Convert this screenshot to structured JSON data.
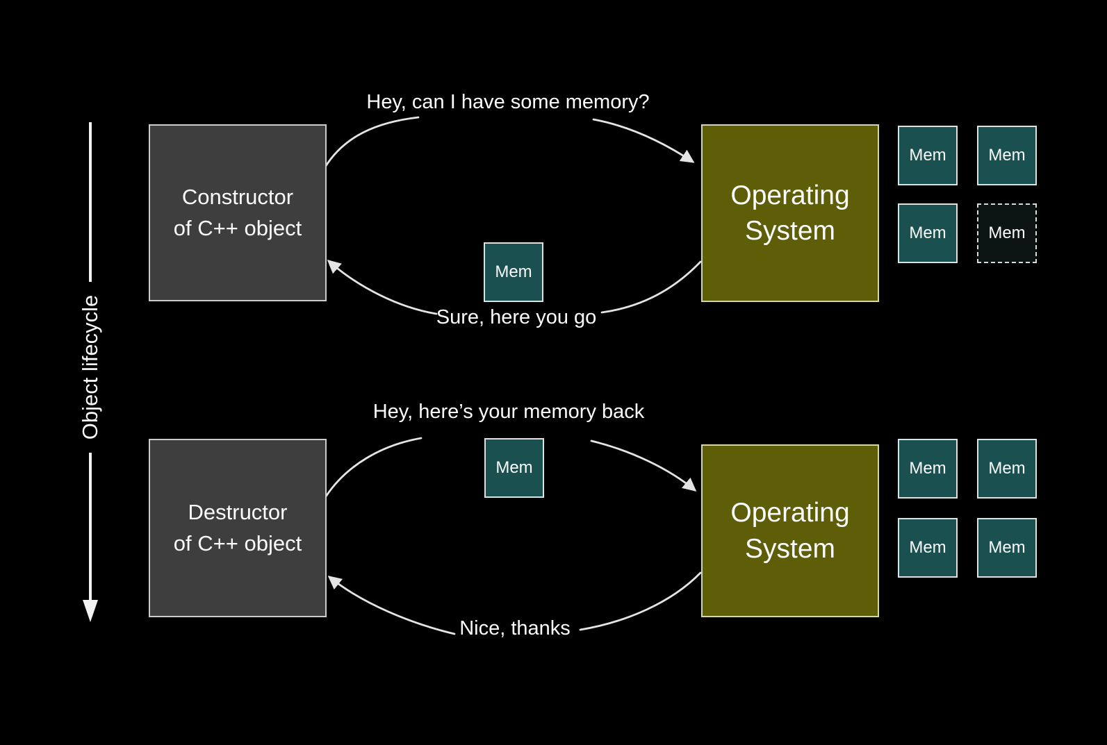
{
  "title": "Object lifecycle memory allocation diagram",
  "lifecycle": {
    "label": "Object lifecycle",
    "direction": "downward-arrow"
  },
  "labels": {
    "mem": "Mem"
  },
  "colors": {
    "background": "#000000",
    "object_box_fill": "#3e3e3e",
    "object_box_border": "#cdcdcd",
    "os_box_fill": "#5e5e09",
    "os_box_border": "#d6d6ae",
    "mem_fill": "#1a5150",
    "mem_border": "#dfe2e2",
    "mem_dashed_fill": "#0c1514",
    "arrow_stroke": "#e4e4e4",
    "text": "#fbfbfb"
  },
  "top_flow": {
    "left_box": {
      "line1": "Constructor",
      "line2": "of C++ object"
    },
    "right_box": {
      "line1": "Operating",
      "line2": "System"
    },
    "request_text": "Hey, can I have some memory?",
    "response_text": "Sure, here you go",
    "transferred_mem": "Mem",
    "os_mem_pool": [
      "Mem",
      "Mem",
      "Mem",
      "Mem (dashed empty slot)"
    ]
  },
  "bottom_flow": {
    "left_box": {
      "line1": "Destructor",
      "line2": "of C++ object"
    },
    "right_box": {
      "line1": "Operating",
      "line2": "System"
    },
    "request_text": "Hey, here’s your memory back",
    "response_text": "Nice, thanks",
    "transferred_mem": "Mem",
    "os_mem_pool": [
      "Mem",
      "Mem",
      "Mem",
      "Mem"
    ]
  }
}
